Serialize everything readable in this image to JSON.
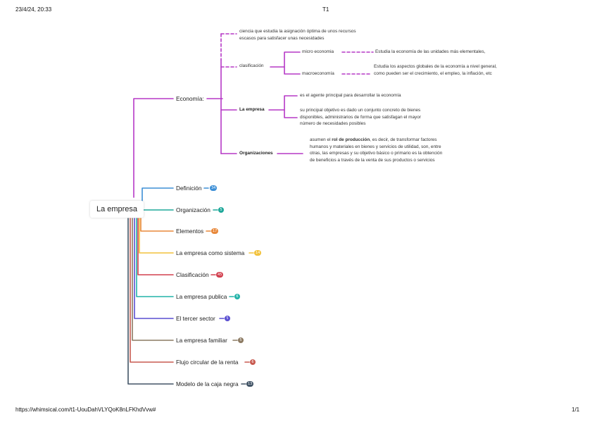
{
  "header": {
    "datetime": "23/4/24, 20:33",
    "title": "T1"
  },
  "footer": {
    "url": "https://whimsical.com/t1-UouDahVLYQoK8nLFKhdVvw#",
    "page": "1/1"
  },
  "root": {
    "label": "La empresa"
  },
  "economia": {
    "label": "Economía:",
    "definicion": "ciencia que estudia la asignación óptima de unos recursos escasos para  satisfacer unas necesidades",
    "clasificacion": {
      "label": "clasificación",
      "micro": {
        "label": "micro economia",
        "desc": "Estudia la economía de las unidades más elementales,"
      },
      "macro": {
        "label": "macroeconomía",
        "desc": "Estudia los aspectos globales de la economía a nivel general, como pueden ser el crecimiento, el empleo, la inflación, etc"
      }
    },
    "empresa": {
      "label": "La empresa",
      "item1": "es el agente principal para desarrollar la economía",
      "item2": "su principal objetivo es dado un conjunto concreto de bienes disponibles, administrarios de forma que satisfagan el mayor número de necesidades posibles"
    },
    "organizaciones": {
      "label": "Organizaciones",
      "desc_pre": "asumen el ",
      "desc_bold": "rol de producción",
      "desc_post": ", es decir, de transformar factores humanos  y materiales en bienes y servicios de utilidad, son, entre otras, las empresas y su objetivo básico  o primario es la obtención de beneficios a través de la venta de sus productos o servicios"
    }
  },
  "branches": [
    {
      "label": "Definición",
      "badge": "34",
      "color": "#3d8fd6"
    },
    {
      "label": "Organización",
      "badge": "5",
      "color": "#1fa89a"
    },
    {
      "label": "Elementos",
      "badge": "17",
      "color": "#e8883a"
    },
    {
      "label": "La empresa como sistema",
      "badge": "14",
      "color": "#f2c23c"
    },
    {
      "label": "Clasificación",
      "badge": "45",
      "color": "#d2404f"
    },
    {
      "label": "La empresa publica",
      "badge": "6",
      "color": "#22b3a8"
    },
    {
      "label": "El tercer sector",
      "badge": "5",
      "color": "#5a4fd1"
    },
    {
      "label": "La empresa familiar",
      "badge": "5",
      "color": "#8c7a62"
    },
    {
      "label": "Flujo circular de la renta",
      "badge": "6",
      "color": "#c85a50"
    },
    {
      "label": "Modelo de la caja negra",
      "badge": "13",
      "color": "#425466"
    }
  ],
  "colors": {
    "economia": "#b638c6"
  }
}
